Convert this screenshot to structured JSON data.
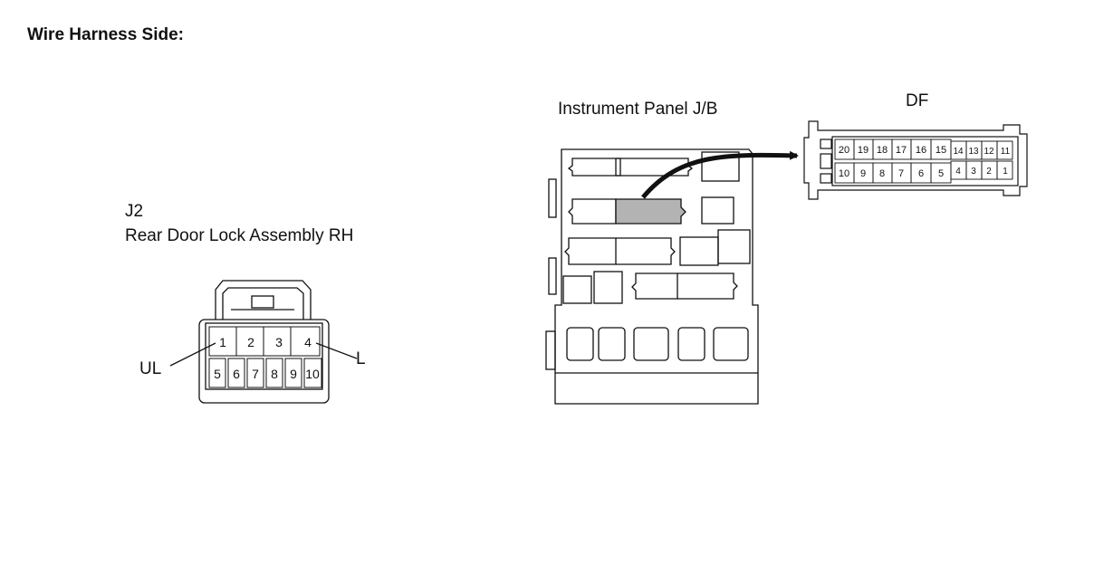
{
  "header": {
    "title": "Wire Harness Side:"
  },
  "j2": {
    "code": "J2",
    "name": "Rear Door Lock Assembly RH",
    "top_pins": [
      "1",
      "2",
      "3",
      "4"
    ],
    "bottom_pins": [
      "5",
      "6",
      "7",
      "8",
      "9",
      "10"
    ],
    "callouts": {
      "left": "UL",
      "right": "L"
    }
  },
  "jb": {
    "name": "Instrument Panel J/B"
  },
  "df": {
    "code": "DF",
    "top_pins": [
      "20",
      "19",
      "18",
      "17",
      "16",
      "15",
      "14",
      "13",
      "12",
      "11"
    ],
    "bottom_pins": [
      "10",
      "9",
      "8",
      "7",
      "6",
      "5",
      "4",
      "3",
      "2",
      "1"
    ]
  }
}
